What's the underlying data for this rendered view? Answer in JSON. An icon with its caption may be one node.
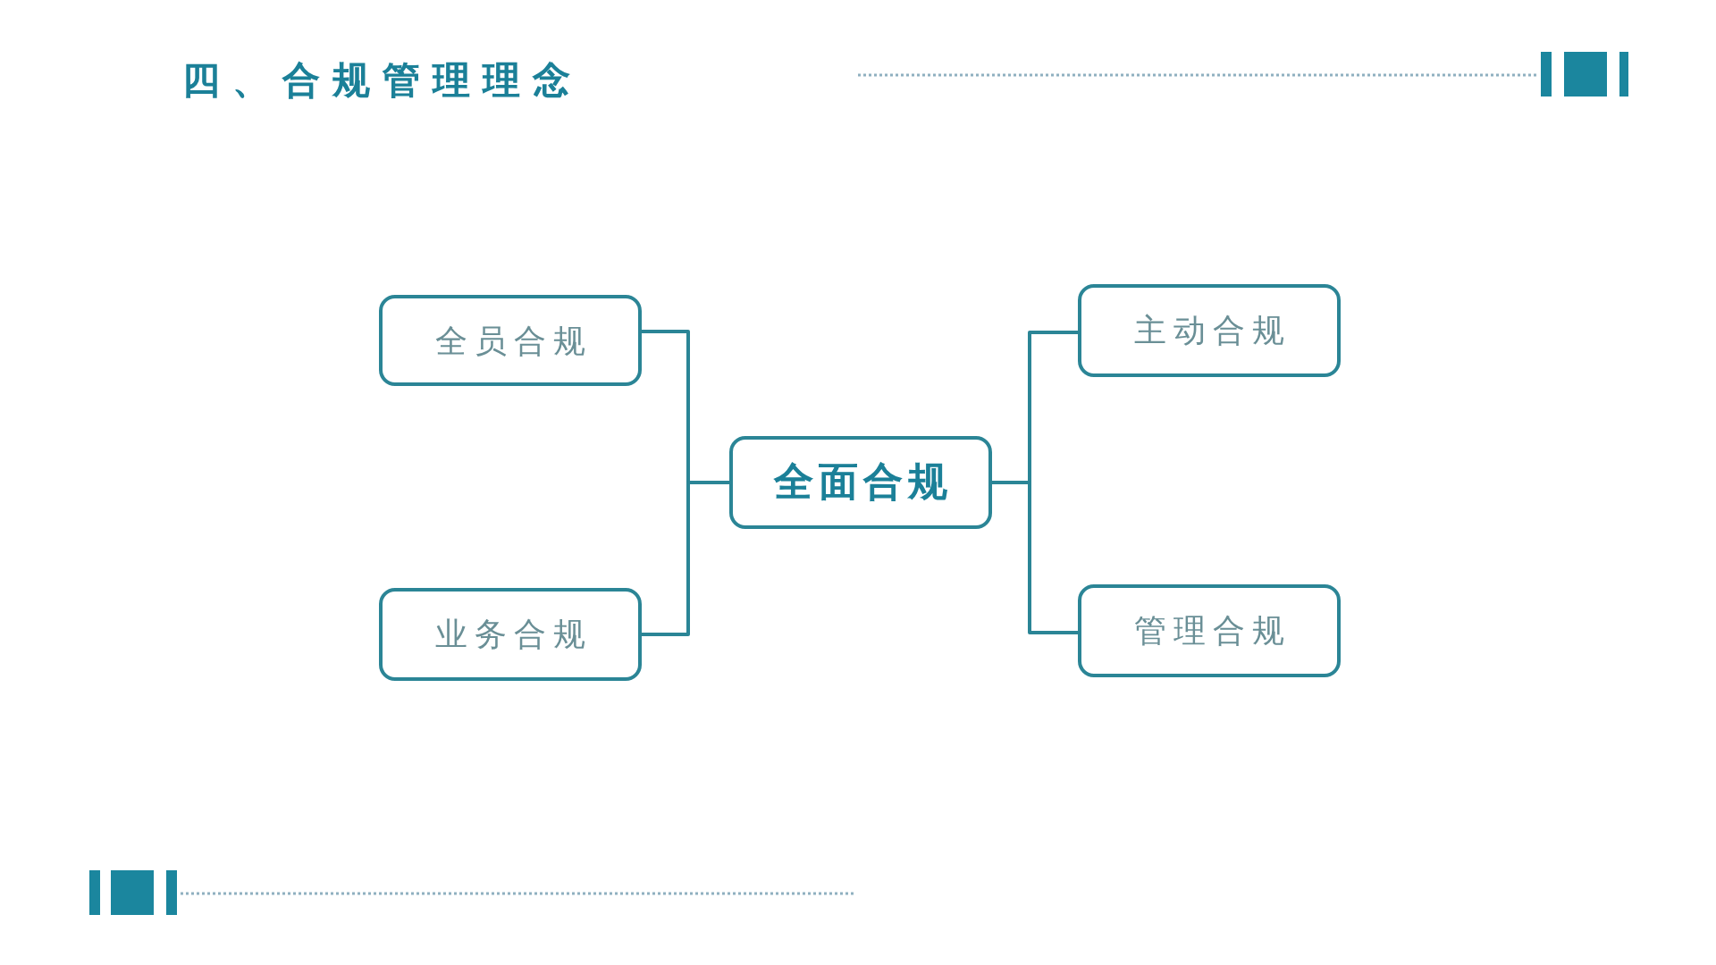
{
  "diagram": {
    "title": "四、合规管理理念",
    "nodes": [
      {
        "text": [
          "全员合规"
        ]
      },
      {
        "text": [
          "业务合规"
        ]
      },
      {
        "text": [
          "全面合规"
        ]
      },
      {
        "text": [
          "主动合规"
        ]
      },
      {
        "text": [
          "管理合规"
        ]
      }
    ],
    "edges": [
      {
        "from": 0,
        "to": 2,
        "arrow": "none"
      },
      {
        "from": 1,
        "to": 2,
        "arrow": "none"
      },
      {
        "from": 2,
        "to": 3,
        "arrow": "none"
      },
      {
        "from": 2,
        "to": 4,
        "arrow": "none"
      }
    ]
  }
}
